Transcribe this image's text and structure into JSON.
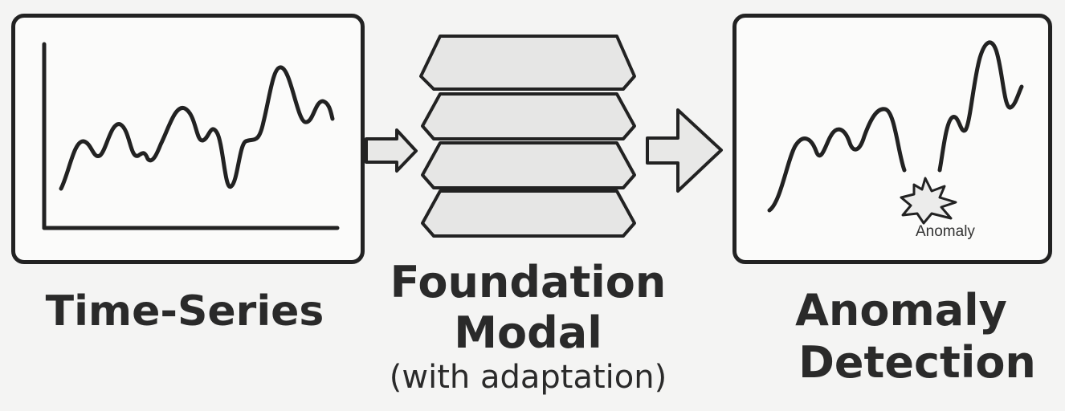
{
  "panels": {
    "time_series": {
      "caption": "Time-Series"
    },
    "foundation_model": {
      "caption_line_1": "Foundation",
      "caption_line_2": "Modal",
      "caption_line_3": "(with adaptation)"
    },
    "anomaly_detection": {
      "caption_line_1": "Anomaly",
      "caption_line_2": "Detection",
      "anomaly_label": "Anomaly"
    }
  },
  "colors": {
    "stroke": "#222222",
    "layer_fill": "#e6e6e5",
    "arrow_fill": "#e8e8e7",
    "background": "#f4f4f3"
  },
  "icons": {
    "arrow_1": "right-arrow-icon",
    "arrow_2": "right-arrow-icon",
    "anomaly_marker": "starburst-icon"
  }
}
